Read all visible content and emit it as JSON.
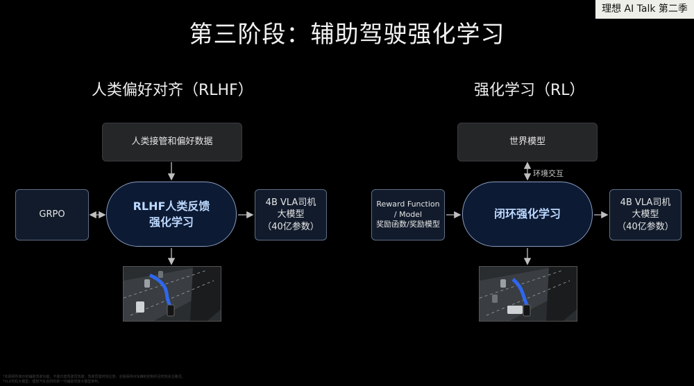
{
  "badge": "理想 AI Talk 第二季",
  "title": "第三阶段：辅助驾驶强化学习",
  "left": {
    "heading": "人类偏好对齐（RLHF）",
    "top_box": "人类接管和偏好数据",
    "side_box": "GRPO",
    "center": [
      "RLHF人类反馈",
      "强化学习"
    ],
    "right_box": [
      "4B VLA司机",
      "大模型",
      "（40亿参数）"
    ]
  },
  "right": {
    "heading": "强化学习（RL）",
    "top_box": "世界模型",
    "edge_label": "环境交互",
    "side_box": [
      "Reward Function",
      "/ Model",
      "奖励函数/奖励模型"
    ],
    "center": [
      "闭环强化学习"
    ],
    "right_box": [
      "4B VLA司机",
      "大模型",
      "（40亿参数）"
    ]
  },
  "footnote": [
    "*本视频所演示的辅助驾驶功能，不能代替驾驶员驾驶，驾驶员需时刻注意，全程保持对车辆的控制并且时刻关注路况。",
    "*VLA司机大模型，理想汽车自研的新一代辅助驾驶大模型架构。"
  ],
  "colors": {
    "background": "#000000",
    "pill_fill": "#0d1a33",
    "pill_text": "#bcd9ff",
    "box_gray": "#252628",
    "box_navy": "#111b2b",
    "trajectory": "#2f6bff"
  },
  "icons": [
    "road-scene-image"
  ]
}
